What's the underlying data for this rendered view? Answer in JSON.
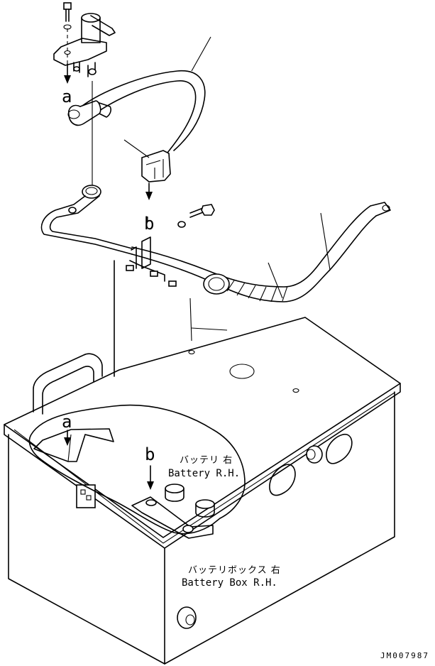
{
  "labels": {
    "ref_a_top": "a",
    "ref_b_top": "b",
    "ref_a_bottom": "a",
    "ref_b_bottom": "b",
    "battery_rh_jp": "バッテリ 右",
    "battery_rh_en": "Battery R.H.",
    "battery_box_rh_jp": "バッテリボックス 右",
    "battery_box_rh_en": "Battery Box R.H.",
    "drawing_code": "JM007987"
  }
}
